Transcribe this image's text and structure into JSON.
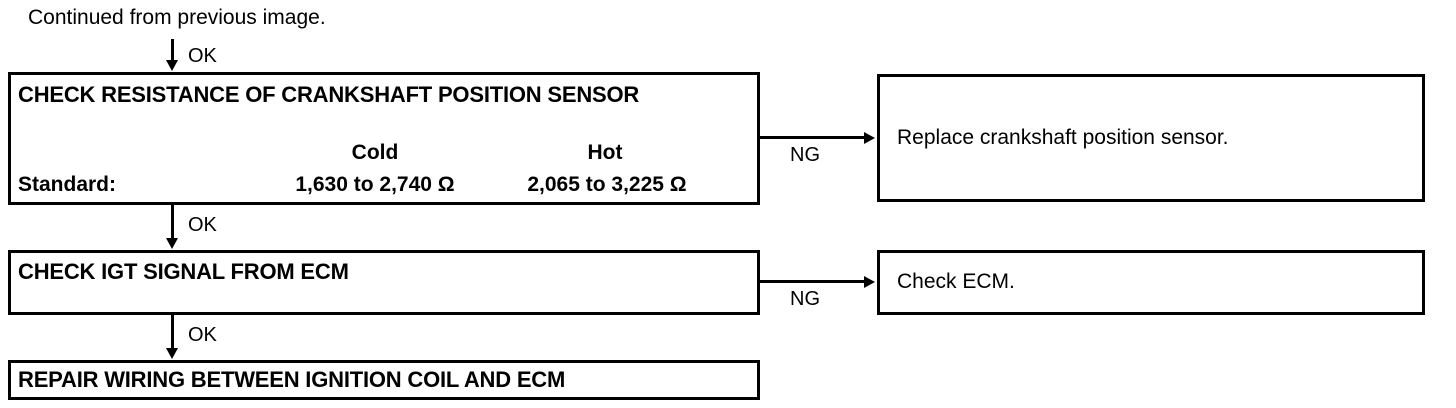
{
  "page": {
    "continued_note": "Continued from previous image."
  },
  "connectors": {
    "ok_1": "OK",
    "ok_2": "OK",
    "ok_3": "OK",
    "ng_1": "NG",
    "ng_2": "NG"
  },
  "steps": [
    {
      "id": "check-resistance-crankshaft-position-sensor",
      "title": "CHECK RESISTANCE OF CRANKSHAFT POSITION SENSOR",
      "spec": {
        "label": "Standard:",
        "columns": [
          "Cold",
          "Hot"
        ],
        "values": [
          "1,630 to 2,740 Ω",
          "2,065 to 3,225 Ω"
        ],
        "cold_value_number": "1,630 to 2,740",
        "hot_value_number": "2,065 to 3,225",
        "unit": "Ω"
      }
    },
    {
      "id": "check-igt-signal-from-ecm",
      "title": "CHECK IGT SIGNAL FROM ECM"
    },
    {
      "id": "repair-wiring-between-ignition-coil-and-ecm",
      "title": "REPAIR WIRING BETWEEN IGNITION COIL AND ECM"
    }
  ],
  "outcomes": [
    {
      "id": "replace-crankshaft-position-sensor",
      "text": "Replace crankshaft position sensor."
    },
    {
      "id": "check-ecm",
      "text": "Check ECM."
    }
  ]
}
